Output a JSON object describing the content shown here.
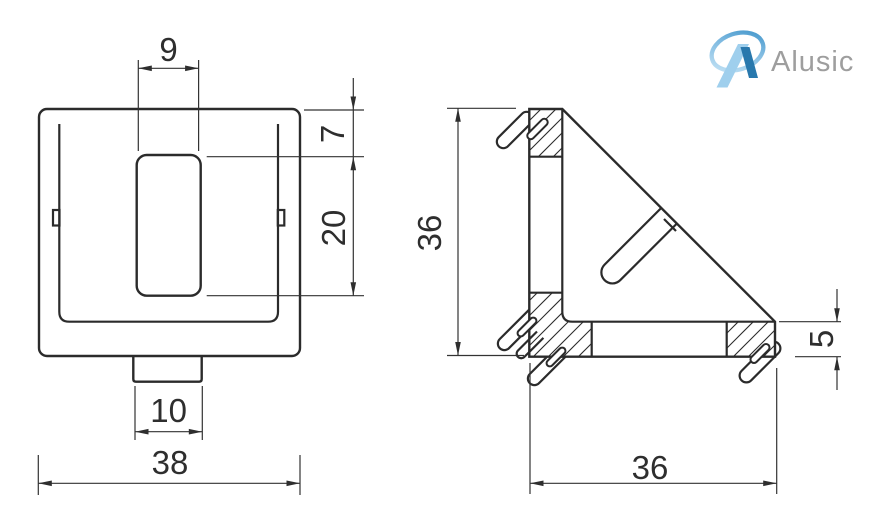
{
  "document": {
    "type": "technical-drawing",
    "subject": "aluminium profile corner bracket, front and side views"
  },
  "logo": {
    "text": "Alusic",
    "colors": {
      "light_blue": "#9fcfed",
      "dark_blue": "#2878ad",
      "swoosh_start": "#c9e6f7",
      "swoosh_end": "#3d93c9",
      "text_gray": "#9e9e9e"
    }
  },
  "drawing": {
    "ink_color": "#2b2b2b",
    "dim_color": "#2e2e2e"
  },
  "dims": {
    "front": {
      "slot_width": "9",
      "slot_top_offset": "7",
      "slot_height": "20",
      "tab_width": "10",
      "overall_width": "38"
    },
    "side": {
      "overall_height": "36",
      "overall_width": "36",
      "flange_thickness": "5"
    }
  }
}
